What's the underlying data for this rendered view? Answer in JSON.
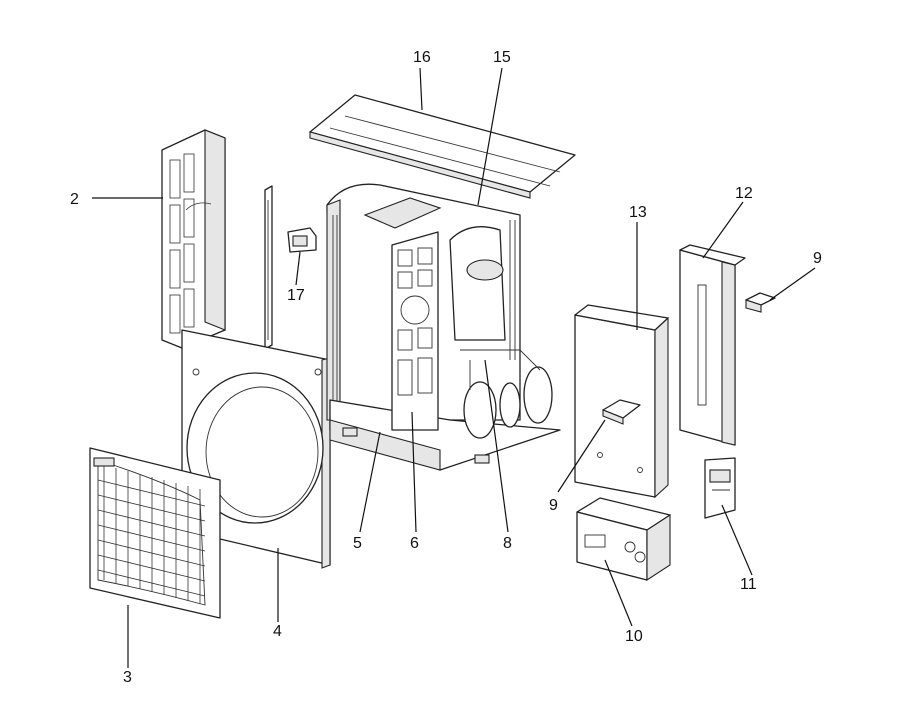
{
  "callouts": [
    {
      "id": "2",
      "text": "2"
    },
    {
      "id": "3",
      "text": "3"
    },
    {
      "id": "4",
      "text": "4"
    },
    {
      "id": "5",
      "text": "5"
    },
    {
      "id": "6",
      "text": "6"
    },
    {
      "id": "8",
      "text": "8"
    },
    {
      "id": "9a",
      "text": "9"
    },
    {
      "id": "9b",
      "text": "9"
    },
    {
      "id": "10",
      "text": "10"
    },
    {
      "id": "11",
      "text": "11"
    },
    {
      "id": "12",
      "text": "12"
    },
    {
      "id": "13",
      "text": "13"
    },
    {
      "id": "15",
      "text": "15"
    },
    {
      "id": "16",
      "text": "16"
    },
    {
      "id": "17",
      "text": "17"
    }
  ]
}
